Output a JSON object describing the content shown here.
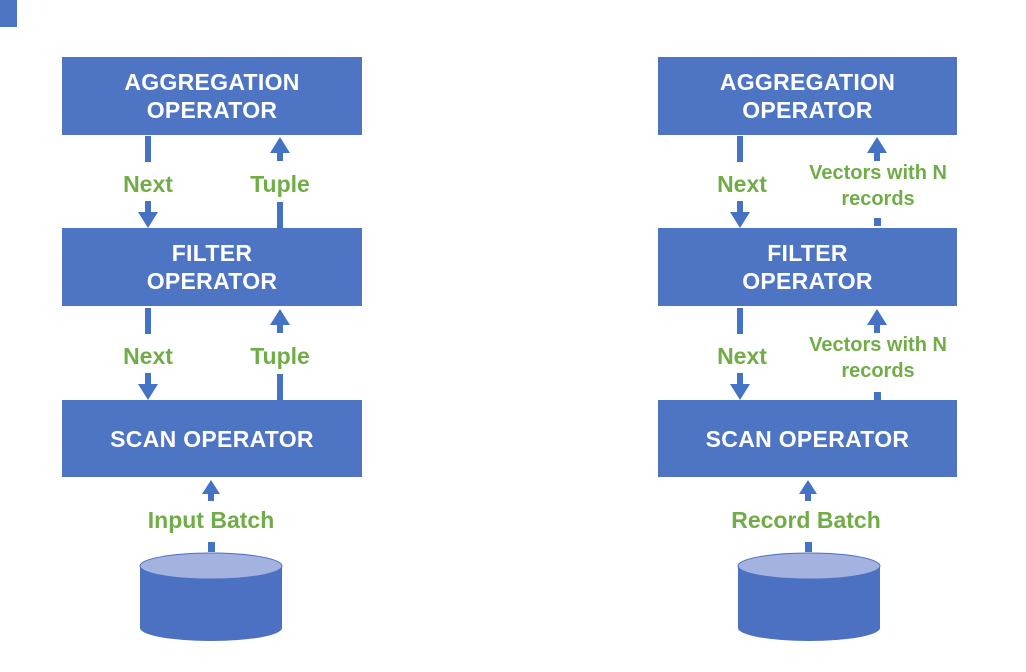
{
  "colors": {
    "box_blue": "#4E74C4",
    "arrow_blue": "#4472C4",
    "label_green": "#70AD47",
    "cylinder_top": "#A3B2DF",
    "cylinder_body": "#4C70C2"
  },
  "left_diagram": {
    "operators": [
      {
        "lines": [
          "AGGREGATION",
          "OPERATOR"
        ]
      },
      {
        "lines": [
          "FILTER",
          "OPERATOR"
        ]
      },
      {
        "lines": [
          "SCAN OPERATOR"
        ]
      }
    ],
    "call_label": "Next",
    "return_lines": [
      "Tuple"
    ],
    "source_label": "Input Batch"
  },
  "right_diagram": {
    "operators": [
      {
        "lines": [
          "AGGREGATION",
          "OPERATOR"
        ]
      },
      {
        "lines": [
          "FILTER",
          "OPERATOR"
        ]
      },
      {
        "lines": [
          "SCAN OPERATOR"
        ]
      }
    ],
    "call_label": "Next",
    "return_lines": [
      "Vectors with N",
      "records"
    ],
    "source_label": "Record Batch"
  }
}
